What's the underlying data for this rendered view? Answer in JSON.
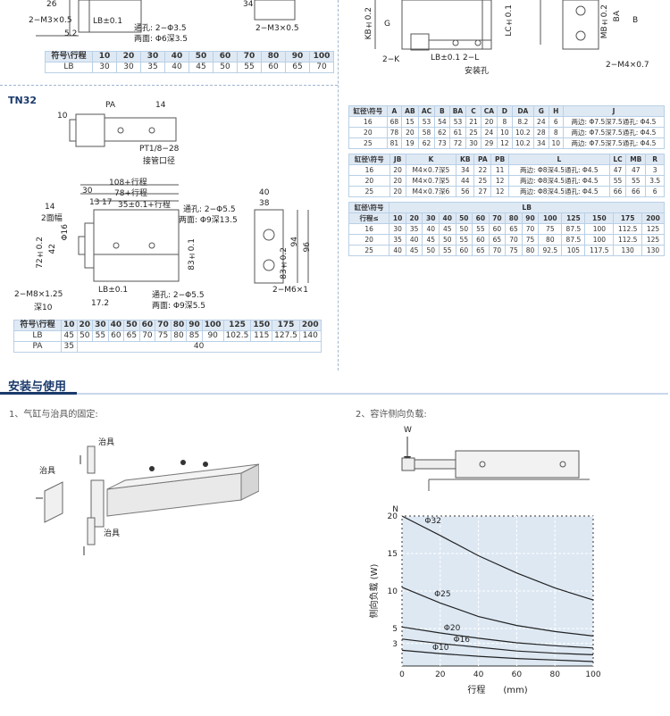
{
  "top_left": {
    "labels": [
      "2−M3×0.5",
      "LB±0.1",
      "通孔: 2−Φ3.5",
      "两面: Φ6深3.5",
      "2−M3×0.5",
      "5.2",
      "26",
      "34"
    ],
    "table": {
      "header": [
        "符号\\行程",
        "10",
        "20",
        "30",
        "40",
        "50",
        "60",
        "70",
        "80",
        "90",
        "100"
      ],
      "row_lb": [
        "LB",
        "30",
        "30",
        "35",
        "40",
        "45",
        "50",
        "55",
        "60",
        "65",
        "70"
      ]
    }
  },
  "top_right": {
    "labels": [
      "KB±0.2",
      "G",
      "2−K",
      "LB±0.1",
      "2−L",
      "安装孔",
      "LC±0.1",
      "MB±0.2",
      "BA",
      "B",
      "2−M4×0.7"
    ]
  },
  "tn32": {
    "model": "TN32",
    "side_labels": [
      "PA",
      "14",
      "10",
      "PT1/8−28",
      "接管口径"
    ],
    "front_labels": [
      "108+行程",
      "30",
      "78+行程",
      "13",
      "17",
      "35±0.1+行程",
      "14",
      "2面幅",
      "Φ16",
      "72±0.2",
      "42",
      "通孔: 2−Φ5.5",
      "两面: Φ9深13.5",
      "83±0.1",
      "2−M8×1.25",
      "深10",
      "LB±0.1",
      "通孔: 2−Φ5.5",
      "两面: Φ9深5.5",
      "17.2"
    ],
    "end_labels": [
      "40",
      "38",
      "94",
      "83±0.2",
      "96",
      "2−M6×1"
    ],
    "table": {
      "header": [
        "符号\\行程",
        "10",
        "20",
        "30",
        "40",
        "50",
        "60",
        "70",
        "80",
        "90",
        "100",
        "125",
        "150",
        "175",
        "200"
      ],
      "row_lb": [
        "LB",
        "45",
        "50",
        "55",
        "60",
        "65",
        "70",
        "75",
        "80",
        "85",
        "90",
        "102.5",
        "115",
        "127.5",
        "140"
      ],
      "row_pa": [
        "PA",
        "35",
        "40"
      ]
    }
  },
  "table_a": {
    "header": [
      "缸径\\符号",
      "A",
      "AB",
      "AC",
      "B",
      "BA",
      "C",
      "CA",
      "D",
      "DA",
      "G",
      "H",
      "J"
    ],
    "rows": [
      [
        "16",
        "68",
        "15",
        "53",
        "54",
        "53",
        "21",
        "20",
        "8",
        "8.2",
        "24",
        "6",
        "两边: Φ7.5深7.5通孔: Φ4.5"
      ],
      [
        "20",
        "78",
        "20",
        "58",
        "62",
        "61",
        "25",
        "24",
        "10",
        "10.2",
        "28",
        "8",
        "两边: Φ7.5深7.5通孔: Φ4.5"
      ],
      [
        "25",
        "81",
        "19",
        "62",
        "73",
        "72",
        "30",
        "29",
        "12",
        "10.2",
        "34",
        "10",
        "两边: Φ7.5深7.5通孔: Φ4.5"
      ]
    ]
  },
  "table_b": {
    "header": [
      "缸径\\符号",
      "JB",
      "K",
      "KB",
      "PA",
      "PB",
      "L",
      "LC",
      "MB",
      "R"
    ],
    "rows": [
      [
        "16",
        "20",
        "M4×0.7深5",
        "34",
        "22",
        "11",
        "两边: Φ8深4.5通孔: Φ4.5",
        "47",
        "47",
        "3"
      ],
      [
        "20",
        "20",
        "M4×0.7深5",
        "44",
        "25",
        "12",
        "两边: Φ8深4.5通孔: Φ4.5",
        "55",
        "55",
        "3.5"
      ],
      [
        "25",
        "20",
        "M4×0.7深6",
        "56",
        "27",
        "12",
        "两边: Φ8深4.5通孔: Φ4.5",
        "66",
        "66",
        "6"
      ]
    ]
  },
  "table_c": {
    "header1": [
      "缸径\\符号",
      "LB"
    ],
    "header2": [
      "行程≤",
      "10",
      "20",
      "30",
      "40",
      "50",
      "60",
      "70",
      "80",
      "90",
      "100",
      "125",
      "150",
      "175",
      "200"
    ],
    "rows": [
      [
        "16",
        "30",
        "35",
        "40",
        "45",
        "50",
        "55",
        "60",
        "65",
        "70",
        "75",
        "87.5",
        "100",
        "112.5",
        "125"
      ],
      [
        "20",
        "35",
        "40",
        "45",
        "50",
        "55",
        "60",
        "65",
        "70",
        "75",
        "80",
        "87.5",
        "100",
        "112.5",
        "125"
      ],
      [
        "25",
        "40",
        "45",
        "50",
        "55",
        "60",
        "65",
        "70",
        "75",
        "80",
        "92.5",
        "105",
        "117.5",
        "130",
        "130"
      ]
    ]
  },
  "section": {
    "title": "安装与使用",
    "item1": "1、气缸与治具的固定:",
    "item2": "2、容许侧向负载:",
    "fixture_labels": [
      "治具",
      "治具",
      "治具"
    ],
    "load_label": "W"
  },
  "colors": {
    "accent": "#1a3a6b",
    "table_border": "#b9d0e6",
    "table_header": "#dfe9f4",
    "chart_bg": "#dde8f3"
  },
  "chart_data": {
    "type": "line",
    "xlabel": "行程　　(mm)",
    "ylabel": "侧向负载 (W)",
    "y_unit_label": "N",
    "x_ticks": [
      "0",
      "20",
      "40",
      "60",
      "80",
      "100"
    ],
    "y_ticks": [
      "3",
      "5",
      "10",
      "15",
      "20"
    ],
    "xlim": [
      0,
      100
    ],
    "ylim": [
      0,
      20
    ],
    "grid": true,
    "series": [
      {
        "name": "Φ32",
        "x": [
          0,
          20,
          40,
          60,
          80,
          100
        ],
        "y": [
          20,
          17.4,
          14.7,
          12.4,
          10.4,
          8.8
        ]
      },
      {
        "name": "Φ25",
        "x": [
          0,
          20,
          40,
          60,
          80,
          100
        ],
        "y": [
          10.5,
          8.4,
          6.6,
          5.4,
          4.6,
          4.0
        ]
      },
      {
        "name": "Φ20",
        "x": [
          0,
          20,
          40,
          60,
          80,
          100
        ],
        "y": [
          5.2,
          4.4,
          3.7,
          3.1,
          2.7,
          2.4
        ]
      },
      {
        "name": "Φ16",
        "x": [
          0,
          20,
          40,
          60,
          80,
          100
        ],
        "y": [
          3.6,
          3.0,
          2.5,
          2.0,
          1.7,
          1.5
        ]
      },
      {
        "name": "Φ10",
        "x": [
          0,
          20,
          40,
          60,
          80,
          100
        ],
        "y": [
          2.1,
          1.65,
          1.3,
          1.0,
          0.8,
          0.6
        ]
      }
    ]
  }
}
